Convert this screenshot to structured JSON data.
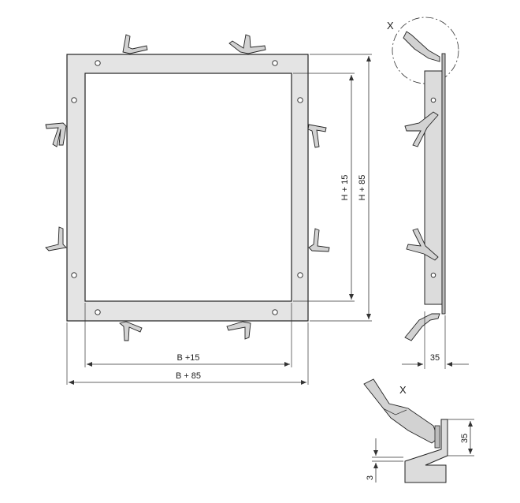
{
  "labels": {
    "detail_mark_top": "X",
    "detail_mark_bottom": "X",
    "dim_inner_height": "H + 15",
    "dim_outer_height": "H + 85",
    "dim_inner_width": "B +15",
    "dim_outer_width": "B + 85",
    "dim_side_depth": "35",
    "dim_detail_height": "35",
    "dim_detail_thickness": "3"
  },
  "colors": {
    "frame_fill": "#e4e4e4",
    "line": "#222222"
  }
}
